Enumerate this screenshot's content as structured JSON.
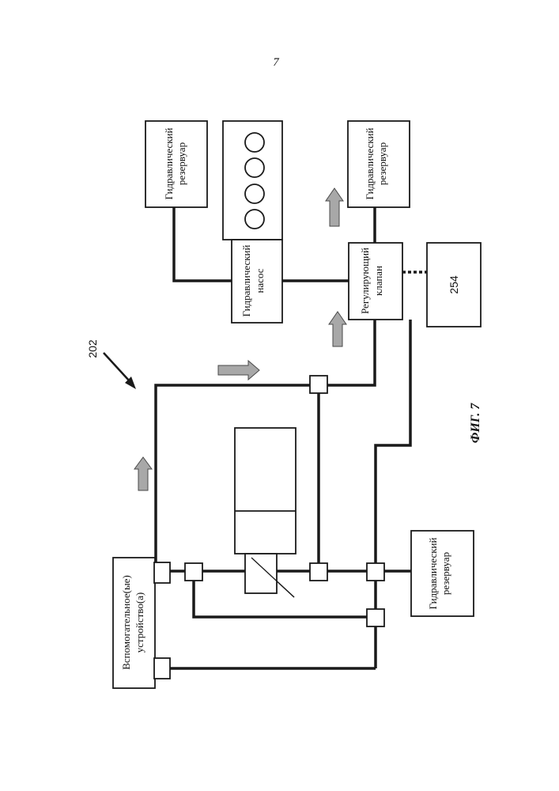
{
  "page_number": "7",
  "figure_label": "ФИГ. 7",
  "reference_202": "202",
  "blocks": {
    "aux_devices_line1": "Вспомогательное(ые)",
    "aux_devices_line2": "устройство(а)",
    "reservoir_top_left_line1": "Гидравлический",
    "reservoir_top_left_line2": "резервуар",
    "reservoir_top_right_line1": "Гидравлический",
    "reservoir_top_right_line2": "резервуар",
    "reservoir_bottom_line1": "Гидравлический",
    "reservoir_bottom_line2": "резервуар",
    "pump_line1": "Гидравлический",
    "pump_line2": "насос",
    "valve_line1": "Регулирующий",
    "valve_line2": "клапан",
    "box_254": "254"
  }
}
